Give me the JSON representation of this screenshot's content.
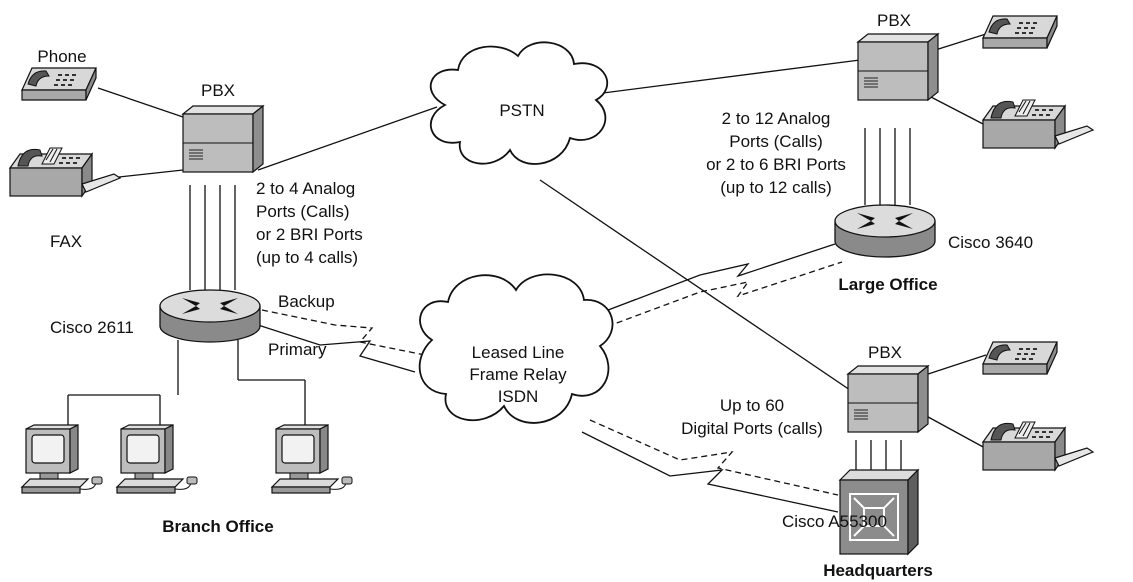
{
  "labels": {
    "phone": "Phone",
    "fax": "FAX",
    "pbx_branch": "PBX",
    "pbx_large": "PBX",
    "pbx_hq": "PBX",
    "pstn": "PSTN",
    "wan": [
      "Leased Line",
      "Frame Relay",
      "ISDN"
    ],
    "branch_ports": [
      "2 to 4 Analog",
      "Ports (Calls)",
      "or 2 BRI Ports",
      "(up to 4 calls)"
    ],
    "large_ports": [
      "2 to 12 Analog",
      "Ports (Calls)",
      "or 2 to 6 BRI Ports",
      "(up to 12 calls)"
    ],
    "hq_ports": [
      "Up to 60",
      "Digital Ports (calls)"
    ],
    "cisco_2611": "Cisco 2611",
    "cisco_3640": "Cisco 3640",
    "cisco_as5300": "Cisco A55300",
    "backup": "Backup",
    "primary": "Primary",
    "branch_office": "Branch Office",
    "large_office": "Large Office",
    "headquarters": "Headquarters"
  },
  "icons": [
    "phone-icon",
    "fax-icon",
    "pbx-icon",
    "router-icon",
    "access-server-icon",
    "pc-icon",
    "cloud-icon"
  ]
}
